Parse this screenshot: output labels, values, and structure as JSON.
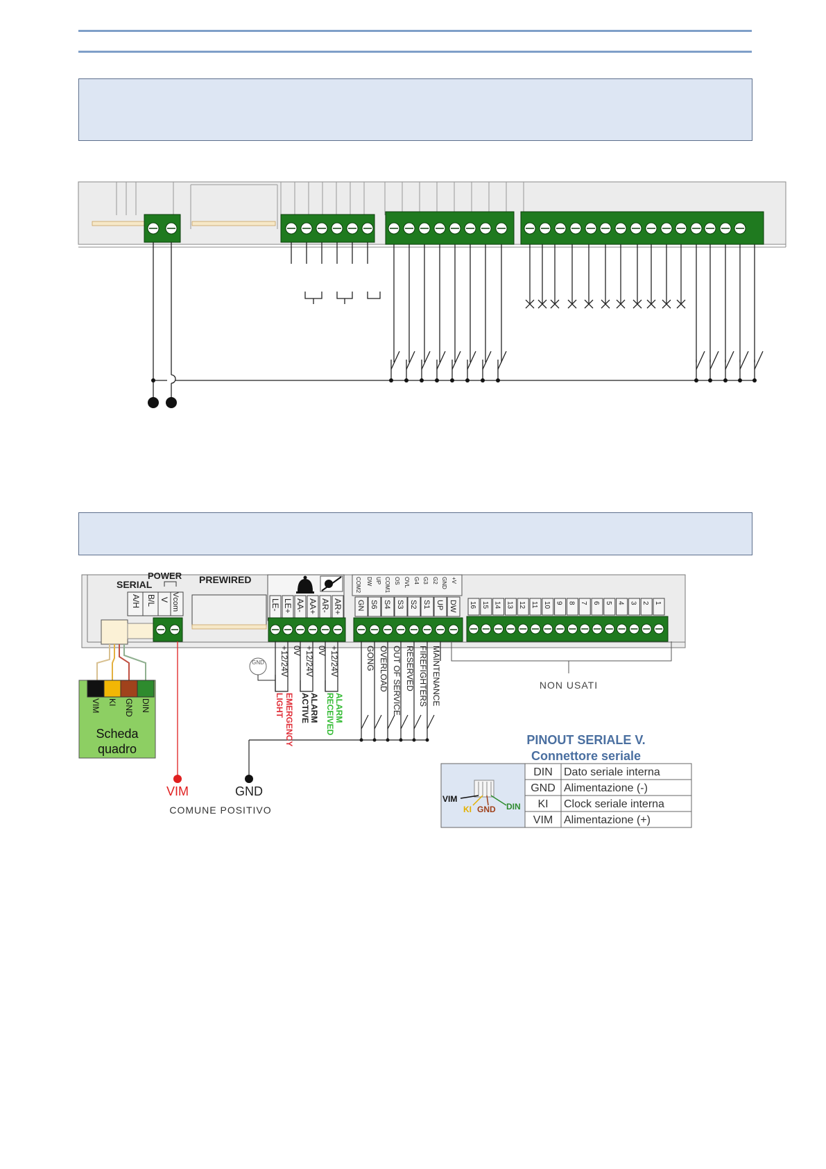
{
  "diagram2": {
    "labels": {
      "serial": "SERIAL",
      "power": "POWER",
      "prewired": "PREWIRED",
      "non_usati": "NON USATI",
      "vim": "VIM",
      "gnd": "GND",
      "comune_positivo": "COMUNE POSITIVO",
      "small_gnd": "GND"
    },
    "top_terminals": [
      "A/H",
      "B/L",
      "V",
      "Vcom"
    ],
    "alarm_terminals": [
      "LE-",
      "LE+",
      "AA-",
      "AA+",
      "AR-",
      "AR+"
    ],
    "input_terminals": [
      "GN",
      "S6",
      "S4",
      "S3",
      "S2",
      "S1",
      "UP",
      "DW"
    ],
    "upper_input_terminals": [
      "COM2",
      "DW",
      "UP",
      "COM1",
      "OS",
      "OVL",
      "G4",
      "G3",
      "G2",
      "GND",
      "+V"
    ],
    "unused_terminals": [
      "16",
      "15",
      "14",
      "13",
      "12",
      "11",
      "10",
      "9",
      "8",
      "7",
      "6",
      "5",
      "4",
      "3",
      "2",
      "1"
    ],
    "alarm_voltages": [
      "+12/24V",
      "0V",
      "+12/24V",
      "0V",
      "+12/24V"
    ],
    "alarm_functions": [
      {
        "line1": "LIGHT",
        "line2": "EMERGENCY",
        "color": "#e0303a"
      },
      {
        "line1": "ACTIVE",
        "line2": "ALARM",
        "color": "#222222"
      },
      {
        "line1": "RECEIVED",
        "line2": "ALARM",
        "color": "#33bb33"
      }
    ],
    "input_functions": [
      "GONG",
      "OVERLOAD",
      "OUT OF SERVICE",
      "RESERVED",
      "FIREFIGHTERS",
      "MAINTENANCE"
    ],
    "scheda": {
      "pins": [
        "VIM",
        "KI",
        "GND",
        "DIN"
      ],
      "pin_colors": [
        "#111111",
        "#f2b705",
        "#a0421c",
        "#2e8b2e"
      ],
      "title_line1": "Scheda",
      "title_line2": "quadro"
    },
    "pinout": {
      "title": "PINOUT SERIALE V.",
      "subtitle": "Connettore seriale",
      "rows": [
        {
          "pin": "DIN",
          "desc": "Dato seriale interna"
        },
        {
          "pin": "GND",
          "desc": "Alimentazione (-)"
        },
        {
          "pin": "KI",
          "desc": "Clock seriale interna"
        },
        {
          "pin": "VIM",
          "desc": "Alimentazione (+)"
        }
      ],
      "connector_labels": [
        "VIM",
        "KI",
        "GND",
        "DIN"
      ]
    }
  }
}
